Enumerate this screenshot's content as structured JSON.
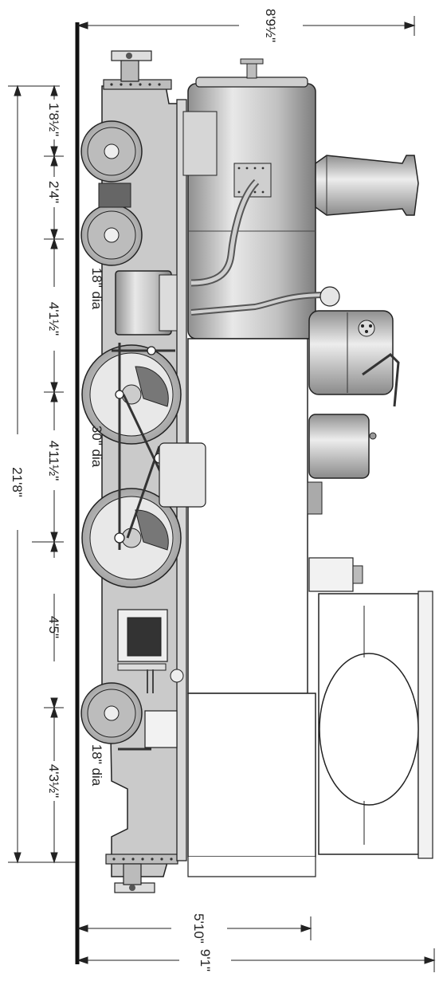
{
  "dimensions": {
    "overall_height": "8'9½\"",
    "cab_height": "5'10\"",
    "overall_width": "9'1\"",
    "overall_length": "21'8\"",
    "seg_1": "1'8½\"",
    "seg_2": "2'4\"",
    "seg_3": "4'1½\"",
    "seg_4": "4'11½\"",
    "seg_5": "4'5\"",
    "seg_6": "4'3½\""
  },
  "wheel_labels": {
    "front_truck": "18\" dia",
    "drivers": "30\" dia",
    "rear_truck": "18\" dia"
  },
  "colors": {
    "line": "#1a1a1a",
    "frame": "#c9c9c9",
    "boiler_light": "#e4e4e4",
    "boiler_dark": "#9a9a9a",
    "rail": "#111111"
  }
}
